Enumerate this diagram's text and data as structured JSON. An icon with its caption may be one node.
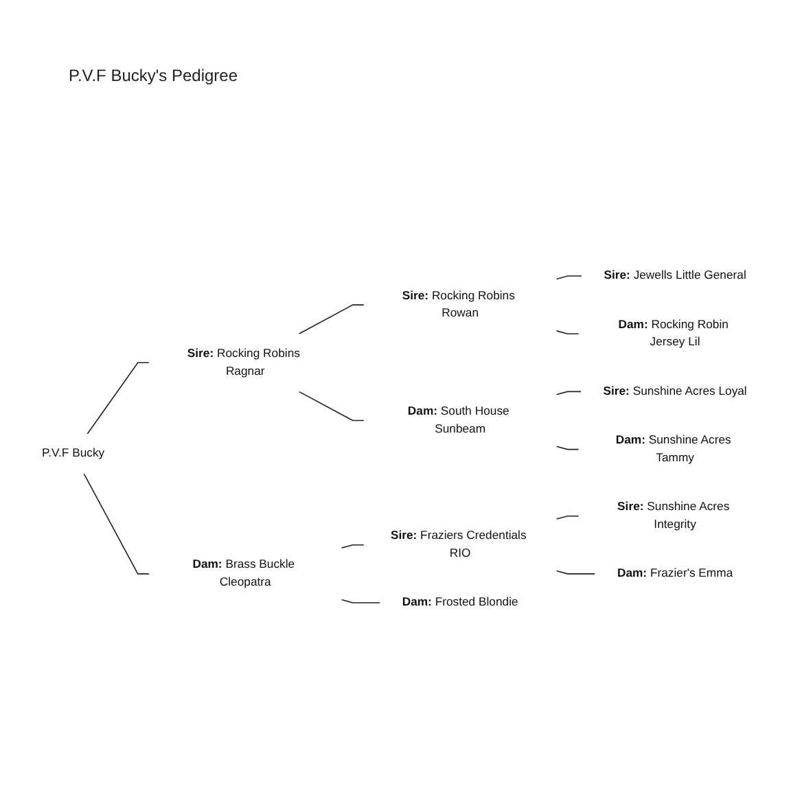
{
  "diagram": {
    "title": "P.V.F Bucky's Pedigree",
    "nodes": [
      {
        "text": [
          "P.V.F Bucky"
        ]
      },
      {
        "text": [
          "**Sire:** Rocking Robins Ragnar"
        ]
      },
      {
        "text": [
          "**Sire:** Rocking Robins Rowan"
        ]
      },
      {
        "text": [
          "**Sire:** Jewells Little General"
        ]
      },
      {
        "text": [
          "**Dam:** Rocking Robin Jersey Lil"
        ]
      },
      {
        "text": [
          "**Dam:** South House Sunbeam"
        ]
      },
      {
        "text": [
          "**Sire:** Sunshine Acres Loyal"
        ]
      },
      {
        "text": [
          "**Dam:** Sunshine Acres Tammy"
        ]
      },
      {
        "text": [
          "**Dam:** Brass Buckle Cleopatra"
        ]
      },
      {
        "text": [
          "**Sire:** Fraziers Credentials RIO"
        ]
      },
      {
        "text": [
          "**Sire:** Sunshine Acres Integrity"
        ]
      },
      {
        "text": [
          "**Dam:** Frazier's Emma"
        ]
      },
      {
        "text": [
          "**Dam:** Frosted Blondie"
        ]
      }
    ],
    "edges": [
      {
        "from": 0,
        "to": 1,
        "arrow": "none"
      },
      {
        "from": 1,
        "to": 2,
        "arrow": "none"
      },
      {
        "from": 2,
        "to": 3,
        "arrow": "none"
      },
      {
        "from": 2,
        "to": 4,
        "arrow": "none"
      },
      {
        "from": 1,
        "to": 5,
        "arrow": "none"
      },
      {
        "from": 5,
        "to": 6,
        "arrow": "none"
      },
      {
        "from": 5,
        "to": 7,
        "arrow": "none"
      },
      {
        "from": 0,
        "to": 8,
        "arrow": "none"
      },
      {
        "from": 8,
        "to": 9,
        "arrow": "none"
      },
      {
        "from": 9,
        "to": 10,
        "arrow": "none"
      },
      {
        "from": 9,
        "to": 11,
        "arrow": "none"
      },
      {
        "from": 8,
        "to": 12,
        "arrow": "none"
      }
    ]
  }
}
